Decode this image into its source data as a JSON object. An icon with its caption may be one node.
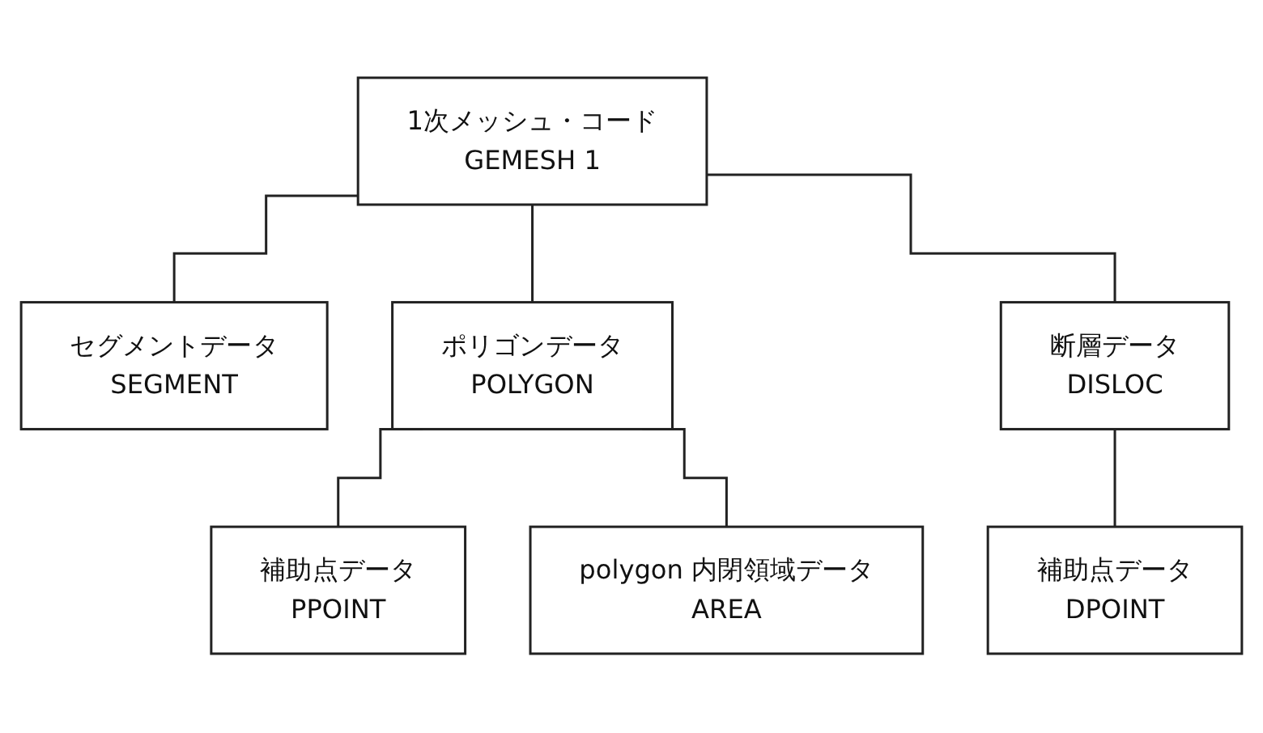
{
  "diagram": {
    "nodes": [
      {
        "text": [
          "1次メッシュ・コード",
          "GEMESH 1"
        ]
      },
      {
        "text": [
          "セグメントデータ",
          "SEGMENT"
        ]
      },
      {
        "text": [
          "ポリゴンデータ",
          "POLYGON"
        ]
      },
      {
        "text": [
          "断層データ",
          "DISLOC"
        ]
      },
      {
        "text": [
          "補助点データ",
          "PPOINT"
        ]
      },
      {
        "text": [
          "polygon 内閉領域データ",
          "AREA"
        ]
      },
      {
        "text": [
          "補助点データ",
          "DPOINT"
        ]
      }
    ],
    "edges": [
      {
        "from": 0,
        "to": 1,
        "arrow": "none"
      },
      {
        "from": 0,
        "to": 2,
        "arrow": "none"
      },
      {
        "from": 0,
        "to": 3,
        "arrow": "none"
      },
      {
        "from": 2,
        "to": 4,
        "arrow": "none"
      },
      {
        "from": 2,
        "to": 5,
        "arrow": "none"
      },
      {
        "from": 3,
        "to": 6,
        "arrow": "none"
      }
    ]
  }
}
